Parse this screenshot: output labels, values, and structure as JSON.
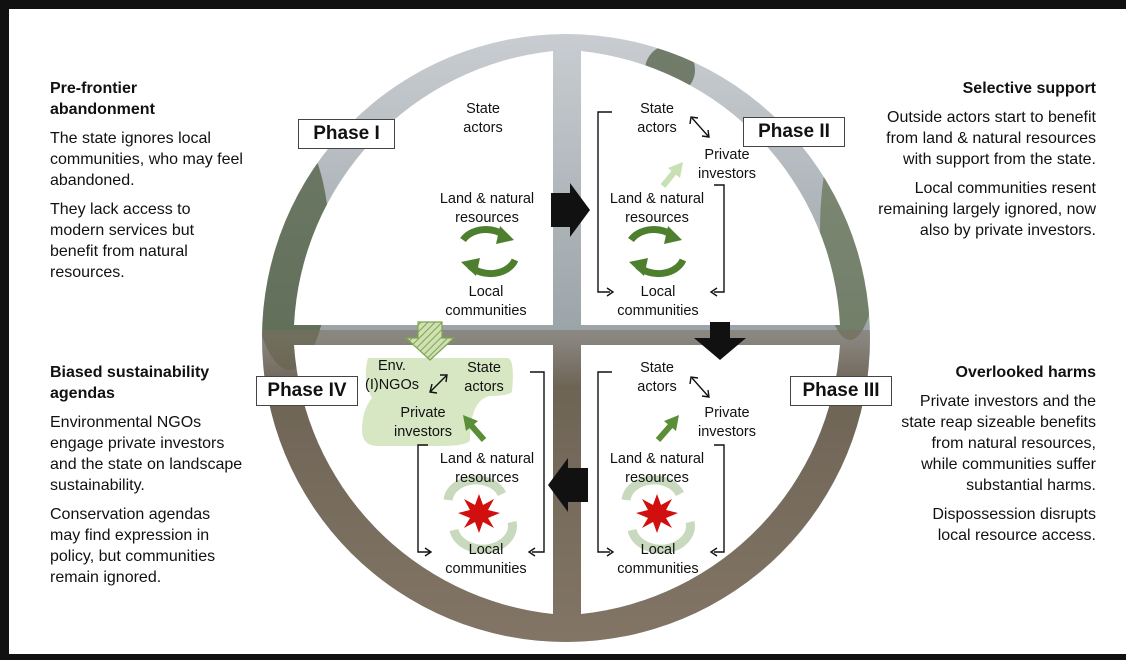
{
  "panels": {
    "p1": {
      "heading": "Pre-frontier abandonment",
      "paras": [
        "The state ignores local communities, who may feel abandoned.",
        "They lack access to modern services but benefit from natural resources."
      ]
    },
    "p2": {
      "heading": "Selective support",
      "paras": [
        "Outside actors start to benefit from land & natural resources with support from the state.",
        "Local communities resent remaining largely ignored, now also by private investors."
      ]
    },
    "p3": {
      "heading": "Overlooked harms",
      "paras": [
        "Private investors and the state reap sizeable benefits from natural resources, while communities suffer substantial harms.",
        "Dispossession disrupts local resource access."
      ]
    },
    "p4": {
      "heading": "Biased sustainability agendas",
      "paras": [
        "Environmental NGOs engage private investors and the state on landscape sustainability.",
        "Conservation agendas may find expression in policy, but communities remain ignored."
      ]
    }
  },
  "phases": [
    "Phase I",
    "Phase II",
    "Phase III",
    "Phase IV"
  ],
  "labels": {
    "state_actors": "State actors",
    "private_investors": "Private investors",
    "land_resources": "Land & natural resources",
    "local_communities": "Local communities",
    "env_ngos": "Env. (I)NGOs"
  }
}
